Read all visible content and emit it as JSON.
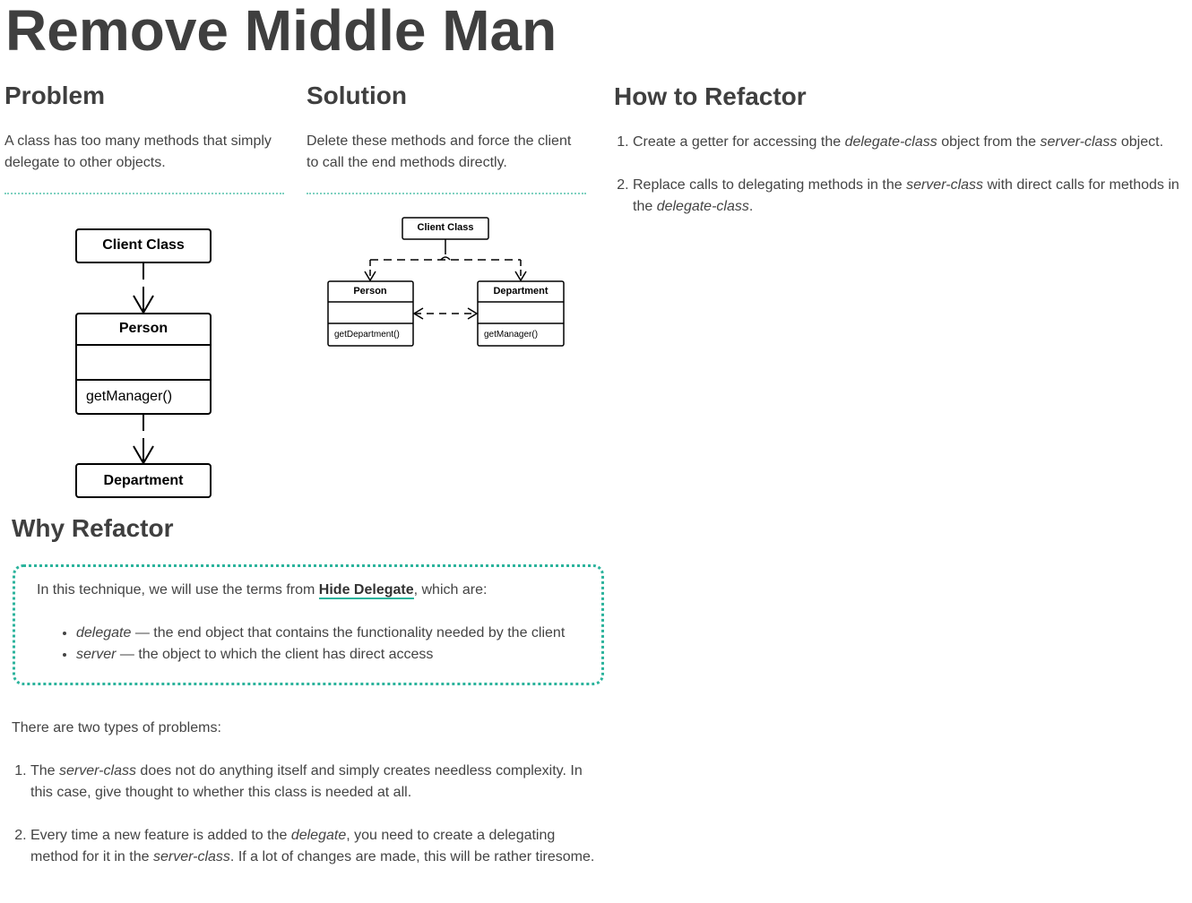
{
  "page": {
    "title": "Remove Middle Man"
  },
  "problem": {
    "heading": "Problem",
    "text": "A class has too many methods that simply delegate to other objects.",
    "diagram": {
      "client": "Client Class",
      "person": "Person",
      "person_method": "getManager()",
      "department": "Department"
    }
  },
  "solution": {
    "heading": "Solution",
    "text": "Delete these methods and force the client to call the end methods directly.",
    "diagram": {
      "client": "Client Class",
      "person": "Person",
      "person_method": "getDepartment()",
      "department": "Department",
      "department_method": "getManager()"
    }
  },
  "how_to": {
    "heading": "How to Refactor",
    "steps": [
      {
        "t1": "Create a getter for accessing the ",
        "e1": "delegate-class",
        "t2": " object from the ",
        "e2": "server-class",
        "t3": " object."
      },
      {
        "t1": "Replace calls to delegating methods in the ",
        "e1": "server-class",
        "t2": " with direct calls for methods in the ",
        "e2": "delegate-class",
        "t3": "."
      }
    ]
  },
  "why": {
    "heading": "Why Refactor",
    "note": {
      "intro_before": "In this technique, we will use the terms from ",
      "intro_link": "Hide Delegate",
      "intro_after": ", which are:",
      "items": [
        {
          "term": "delegate",
          "desc": " — the end object that contains the functionality needed by the client"
        },
        {
          "term": "server",
          "desc": " — the object to which the client has direct access"
        }
      ]
    },
    "intro": "There are two types of problems:",
    "problems": [
      {
        "t1": "The ",
        "e1": "server-class",
        "t2": " does not do anything itself and simply creates needless complexity. In this case, give thought to whether this class is needed at all."
      },
      {
        "t1": "Every time a new feature is added to the ",
        "e1": "delegate",
        "t2": ", you need to create a delegating method for it in the ",
        "e2": "server-class",
        "t3": ". If a lot of changes are made, this will be rather tiresome."
      }
    ]
  }
}
